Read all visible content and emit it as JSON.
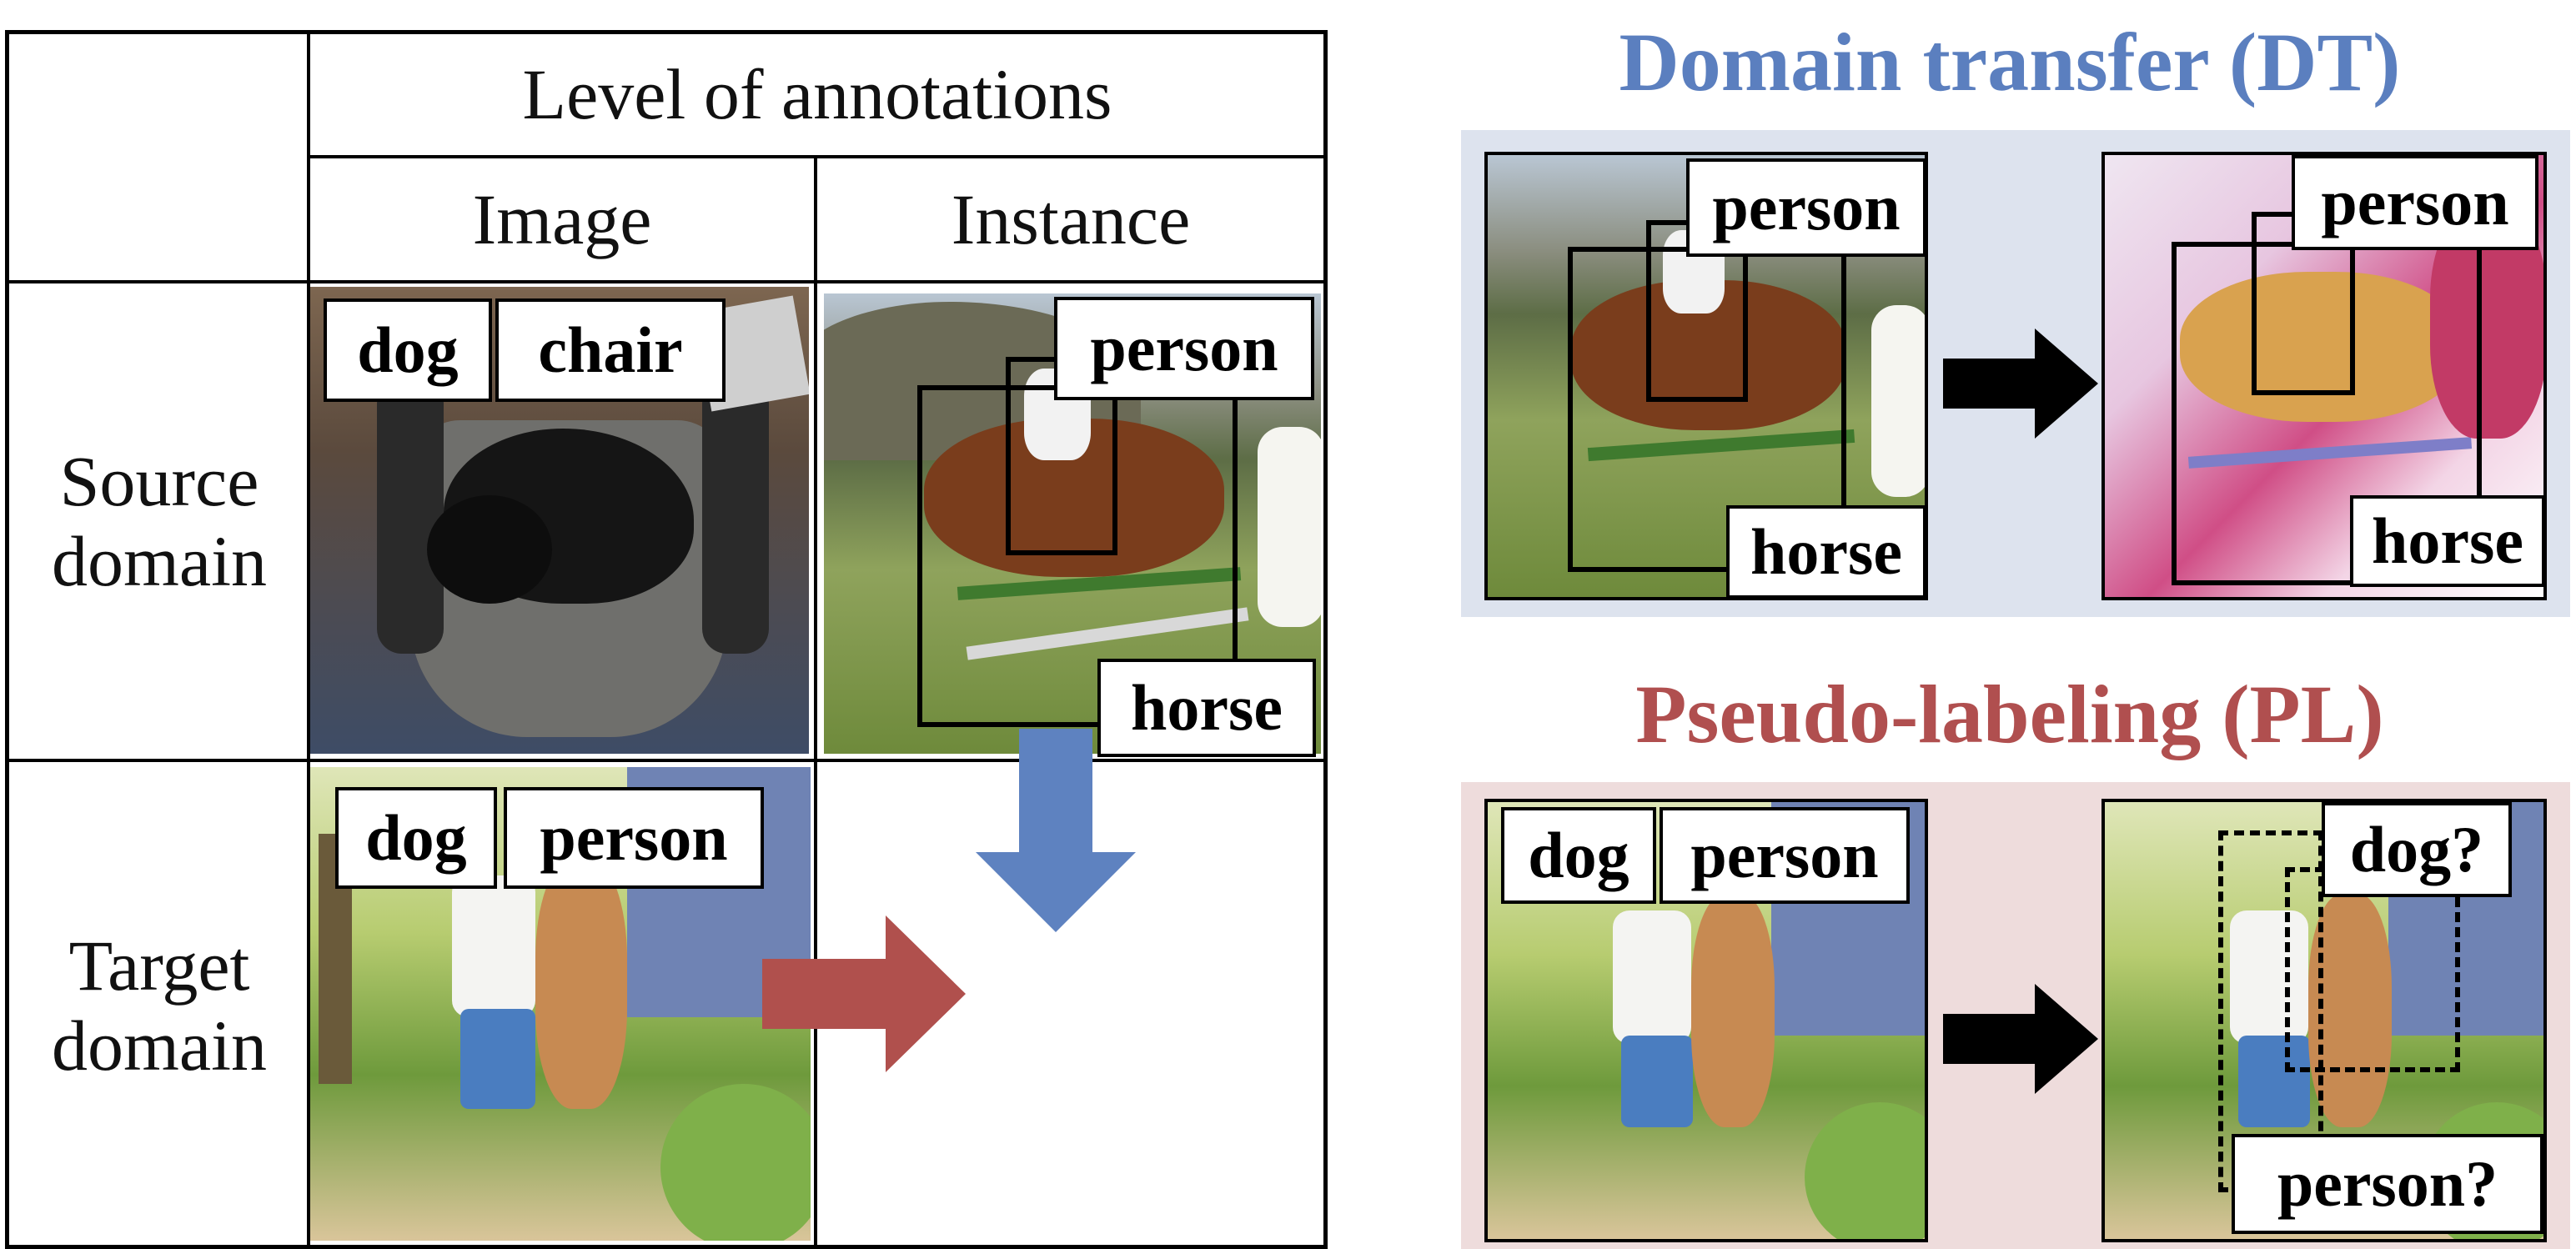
{
  "table": {
    "header_main": "Level of annotations",
    "col_image": "Image",
    "col_instance": "Instance",
    "row_source": "Source domain",
    "row_target": "Target domain"
  },
  "labels": {
    "dog": "dog",
    "chair": "chair",
    "person": "person",
    "horse": "horse",
    "dog_q": "dog?",
    "person_q": "person?"
  },
  "panels": {
    "dt_title": "Domain transfer (DT)",
    "pl_title": "Pseudo-labeling (PL)"
  },
  "colors": {
    "dt_title": "#5b7fbf",
    "dt_panel_bg": "#dde3ee",
    "dt_arrow": "#5e82c0",
    "pl_title": "#b04f4f",
    "pl_panel_bg": "#eedcdc",
    "pl_arrow": "#b0504d",
    "flow_arrow": "#000000"
  },
  "icons": {
    "dt_arrow": "arrow-down-icon",
    "pl_arrow": "arrow-right-icon",
    "flow_arrow": "arrow-right-icon"
  }
}
